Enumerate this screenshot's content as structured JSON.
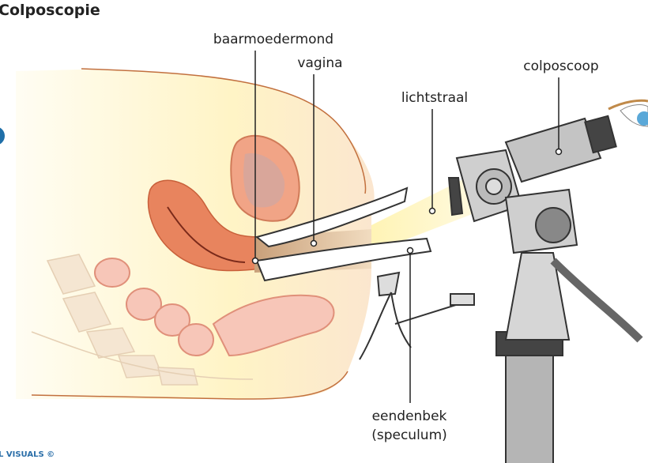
{
  "title": "Colposcopie",
  "labels": {
    "cervix": "baarmoedermond",
    "vagina": "vagina",
    "light_beam": "lichtstraal",
    "colposcope": "colposcoop",
    "speculum_line1": "eendenbek",
    "speculum_line2": "(speculum)"
  },
  "credit": "L VISUALS ©",
  "colors": {
    "uterus": "#e8845e",
    "skin": "#f6dcc3",
    "light": "#fff6c8",
    "instrument": "#c9c9c9",
    "credit": "#2a6ea8"
  }
}
